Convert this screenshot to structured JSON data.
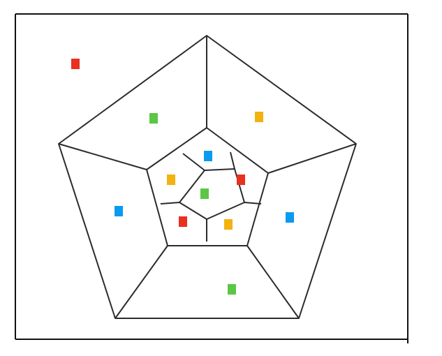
{
  "diagram": {
    "type": "map-coloring-graph",
    "colors": {
      "red": "#e8311f",
      "green": "#5bc745",
      "orange": "#f2b20f",
      "blue": "#0a9bf0",
      "line": "#2b2b2b",
      "frame": "#111111"
    },
    "regions": [
      {
        "id": "outer",
        "color": "red"
      },
      {
        "id": "top-left",
        "color": "green"
      },
      {
        "id": "top-right",
        "color": "orange"
      },
      {
        "id": "left",
        "color": "blue"
      },
      {
        "id": "right",
        "color": "blue"
      },
      {
        "id": "bottom",
        "color": "green"
      },
      {
        "id": "inner-top",
        "color": "blue"
      },
      {
        "id": "inner-left",
        "color": "orange"
      },
      {
        "id": "inner-right",
        "color": "red"
      },
      {
        "id": "inner-bottom-left",
        "color": "red"
      },
      {
        "id": "inner-bottom-right",
        "color": "orange"
      },
      {
        "id": "center",
        "color": "green"
      }
    ]
  }
}
